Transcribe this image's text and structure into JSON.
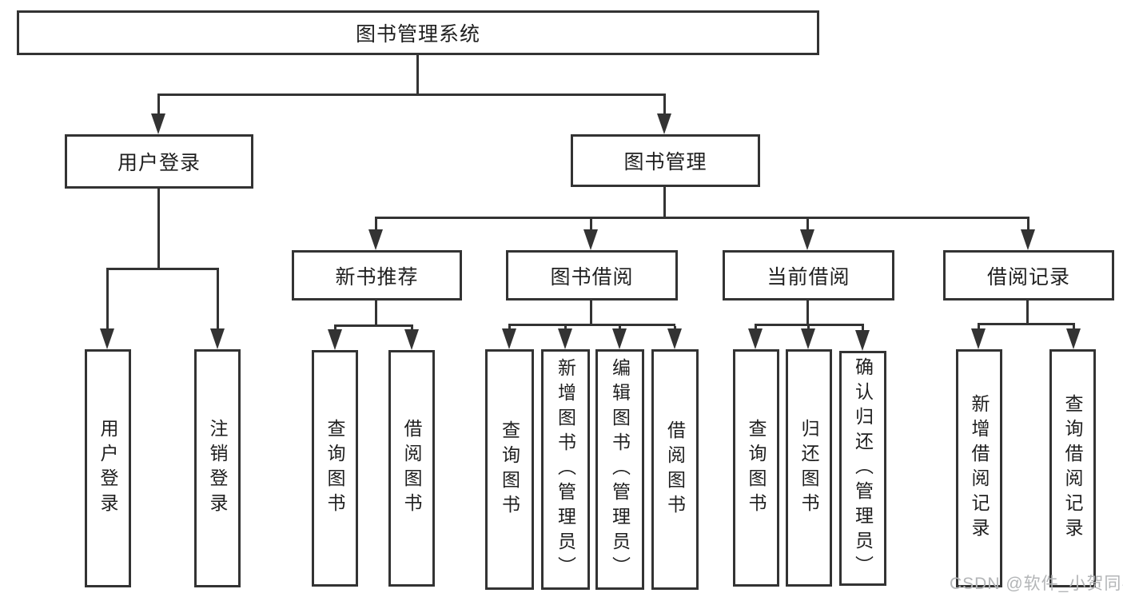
{
  "tree": {
    "label": "图书管理系统",
    "children": [
      {
        "label": "用户登录",
        "children": [
          {
            "label": "用户登录"
          },
          {
            "label": "注销登录"
          }
        ]
      },
      {
        "label": "图书管理",
        "children": [
          {
            "label": "新书推荐",
            "children": [
              {
                "label": "查询图书"
              },
              {
                "label": "借阅图书"
              }
            ]
          },
          {
            "label": "图书借阅",
            "children": [
              {
                "label": "查询图书"
              },
              {
                "label": "新增图书（管理员）"
              },
              {
                "label": "编辑图书（管理员）"
              },
              {
                "label": "借阅图书"
              }
            ]
          },
          {
            "label": "当前借阅",
            "children": [
              {
                "label": "查询图书"
              },
              {
                "label": "归还图书"
              },
              {
                "label": "确认归还（管理员）"
              }
            ]
          },
          {
            "label": "借阅记录",
            "children": [
              {
                "label": "新增借阅记录"
              },
              {
                "label": "查询借阅记录"
              }
            ]
          }
        ]
      }
    ]
  },
  "watermark": "CSDN @软件_小贺同学",
  "colors": {
    "line": "#333333",
    "text": "#1f1f1f",
    "box_background": "#ffffff",
    "watermark": "#b3b5b7"
  }
}
